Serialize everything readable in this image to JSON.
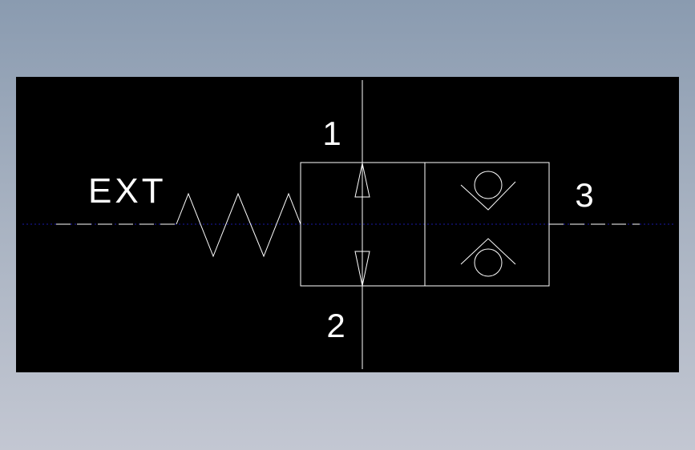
{
  "diagram": {
    "background": "#000000",
    "stroke_color": "#ffffff",
    "centerline_color": "#1a1aa8",
    "labels": {
      "port1": "1",
      "port2": "2",
      "port3": "3",
      "ext": "EXT"
    }
  }
}
